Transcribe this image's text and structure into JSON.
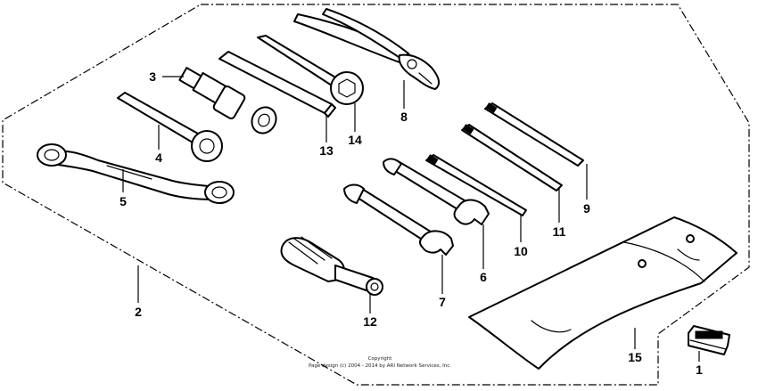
{
  "callouts": [
    {
      "id": "1",
      "text": "1"
    },
    {
      "id": "2",
      "text": "2"
    },
    {
      "id": "3",
      "text": "3"
    },
    {
      "id": "4",
      "text": "4"
    },
    {
      "id": "5",
      "text": "5"
    },
    {
      "id": "6",
      "text": "6"
    },
    {
      "id": "7",
      "text": "7"
    },
    {
      "id": "8",
      "text": "8"
    },
    {
      "id": "9",
      "text": "9"
    },
    {
      "id": "10",
      "text": "10"
    },
    {
      "id": "11",
      "text": "11"
    },
    {
      "id": "12",
      "text": "12"
    },
    {
      "id": "13",
      "text": "13"
    },
    {
      "id": "14",
      "text": "14"
    },
    {
      "id": "15",
      "text": "15"
    }
  ],
  "copyright": {
    "line1": "Copyright",
    "line2": "Page design (c) 2004 - 2014 by ARI Network Services, Inc."
  }
}
